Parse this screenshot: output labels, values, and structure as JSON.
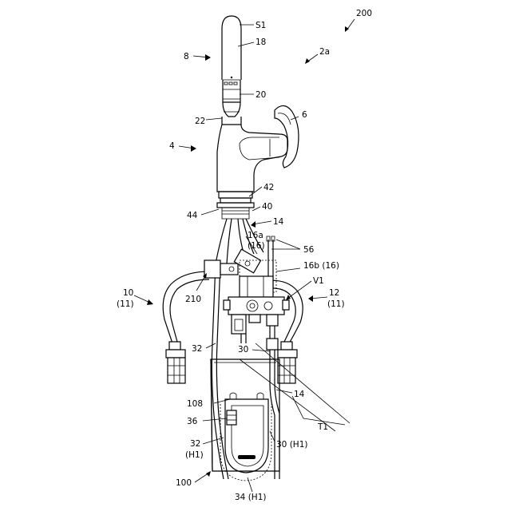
{
  "labels": {
    "assembly": "200",
    "s1": "S1",
    "n18": "18",
    "n8": "8",
    "n2a": "2a",
    "n20": "20",
    "n6": "6",
    "n22": "22",
    "n4": "4",
    "n42": "42",
    "n40": "40",
    "n44": "44",
    "n14_top": "14",
    "n16a": "16a",
    "n16": "(16)",
    "n56": "56",
    "n16b": "16b (16)",
    "v1": "V1",
    "n10": "10",
    "n11_left": "(11)",
    "n12": "12",
    "n11_right": "(11)",
    "n210": "210",
    "n32": "32",
    "n30": "30",
    "n14_bottom": "14",
    "n108": "108",
    "n36": "36",
    "t1": "T1",
    "n32h1_num": "32",
    "n32h1_h": "(H1)",
    "n30h1": "30 (H1)",
    "n100": "100",
    "n34h1": "34 (H1)"
  }
}
